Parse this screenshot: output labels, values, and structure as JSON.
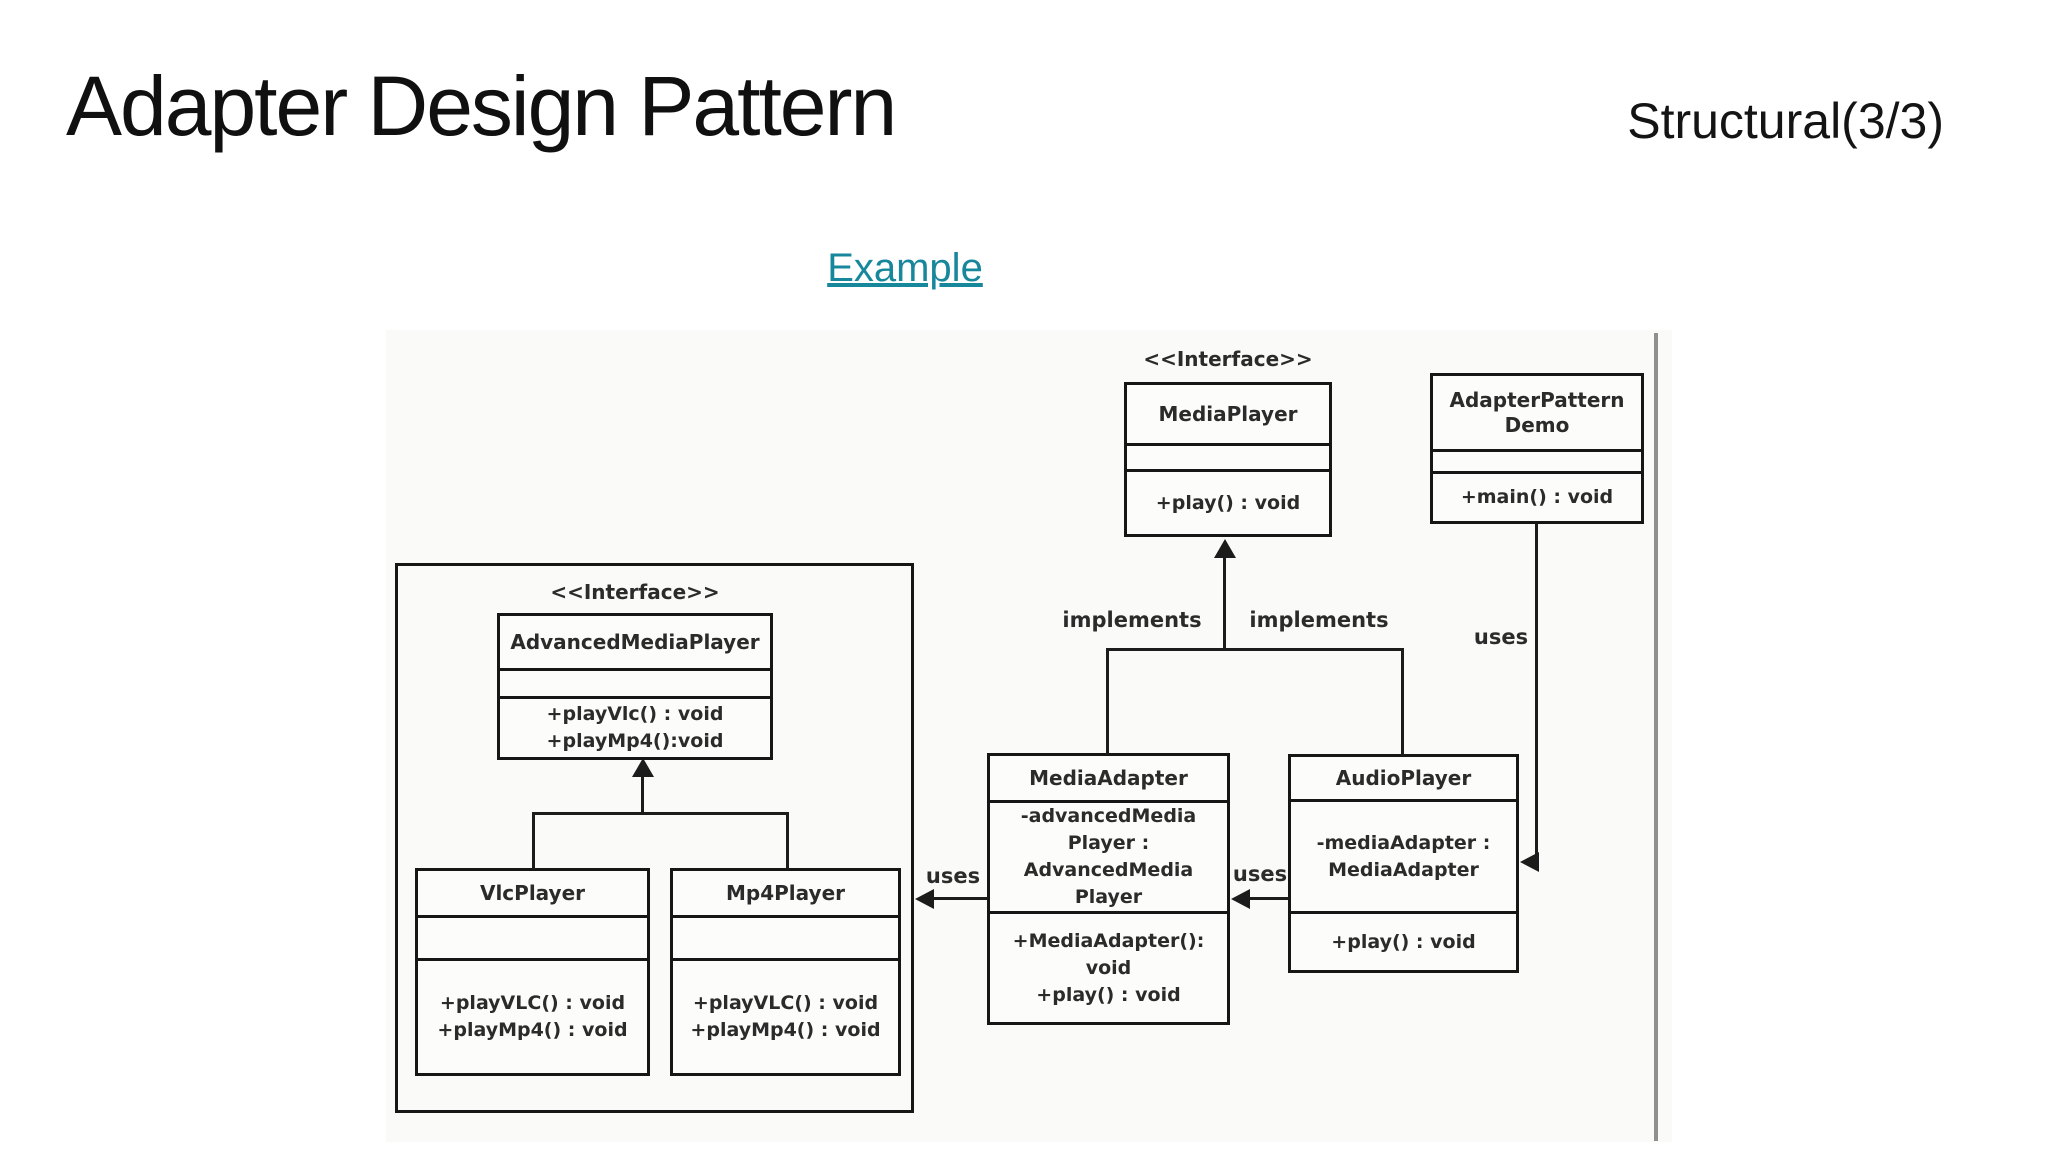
{
  "header": {
    "title": "Adapter Design Pattern",
    "subtitle": "Structural(3/3)"
  },
  "example_link": {
    "label": "Example",
    "color": "#17879c"
  },
  "diagram": {
    "labels": {
      "implements_left": "implements",
      "implements_right": "implements",
      "uses_demo": "uses",
      "uses_package": "uses",
      "uses_adapter": "uses"
    },
    "classes": {
      "media_player": {
        "stereotype": "<<Interface>>",
        "name": "MediaPlayer",
        "methods": [
          "+play() : void"
        ]
      },
      "adapter_pattern_demo": {
        "name_line1": "AdapterPattern",
        "name_line2": "Demo",
        "methods": [
          "+main() : void"
        ]
      },
      "advanced_media_player": {
        "stereotype": "<<Interface>>",
        "name": "AdvancedMediaPlayer",
        "methods": [
          "+playVlc() : void",
          "+playMp4():void"
        ]
      },
      "vlc_player": {
        "name": "VlcPlayer",
        "methods": [
          "+playVLC() : void",
          "+playMp4() : void"
        ]
      },
      "mp4_player": {
        "name": "Mp4Player",
        "methods": [
          "+playVLC() : void",
          "+playMp4() : void"
        ]
      },
      "media_adapter": {
        "name": "MediaAdapter",
        "attributes": [
          "-advancedMedia",
          "Player :",
          "AdvancedMedia",
          "Player"
        ],
        "methods": [
          "+MediaAdapter():",
          "void",
          "+play() : void"
        ]
      },
      "audio_player": {
        "name": "AudioPlayer",
        "attributes": [
          "-mediaAdapter :",
          "MediaAdapter"
        ],
        "methods": [
          "+play() : void"
        ]
      }
    }
  }
}
